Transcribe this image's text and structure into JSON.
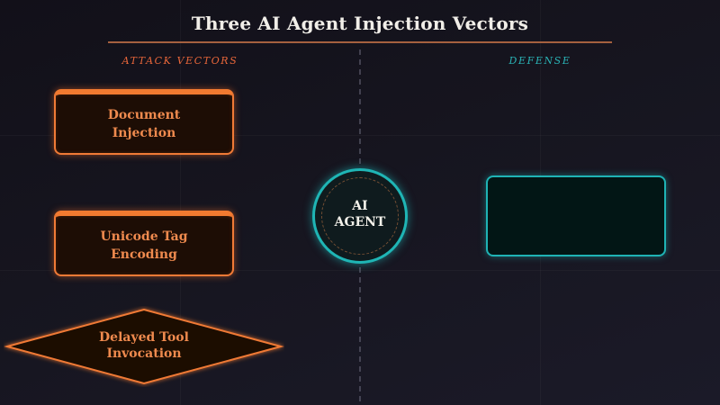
{
  "title": "Three AI Agent Injection Vectors",
  "sections": {
    "attack_label": "ATTACK VECTORS",
    "defense_label": "DEFENSE"
  },
  "attack_vectors": [
    {
      "line1": "Document",
      "line2": "Injection",
      "shape": "rounded-rect"
    },
    {
      "line1": "Unicode Tag",
      "line2": "Encoding",
      "shape": "rounded-rect"
    },
    {
      "line1": "Delayed Tool",
      "line2": "Invocation",
      "shape": "diamond"
    }
  ],
  "agent": {
    "line1": "AI",
    "line2": "AGENT"
  },
  "defense": {
    "label": ""
  },
  "colors": {
    "background": "#16151f",
    "attack_accent": "#f07a36",
    "attack_fill": "#1d0d05",
    "defense_accent": "#1fb3b5",
    "defense_fill": "#021615",
    "title_rule": "#a5603f",
    "title_text": "#f1eee8"
  }
}
